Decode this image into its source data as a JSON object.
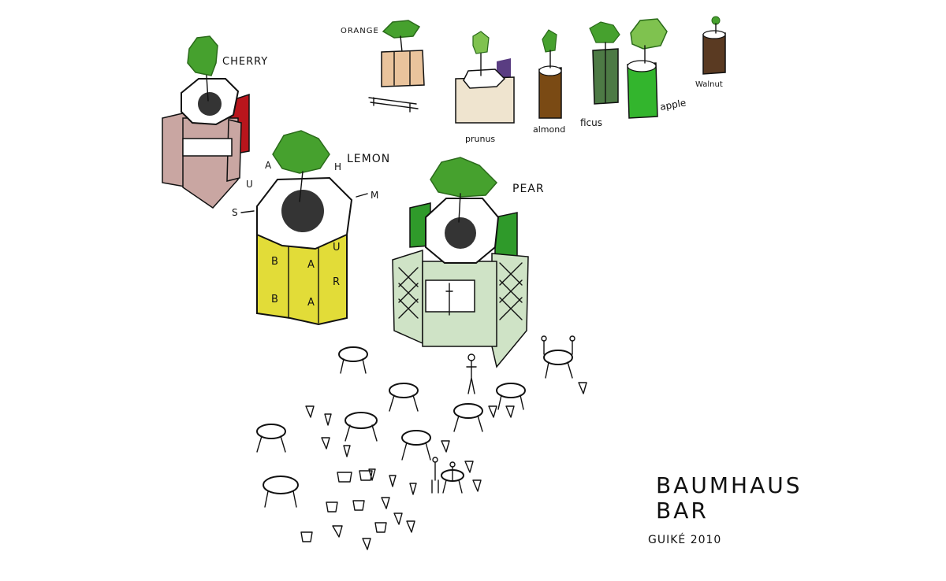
{
  "sketch": {
    "labels": {
      "cherry": "CHERRY",
      "orange": "ORANGE",
      "lemon": "LEMON",
      "pear": "PEAR",
      "prunus": "prunus",
      "almond": "almond",
      "ficus": "ficus",
      "apple": "apple",
      "walnut": "Walnut",
      "bar_a": "A",
      "bar_h": "H",
      "bar_u": "U",
      "bar_m": "M",
      "bar_s": "S",
      "panel_b1": "B",
      "panel_a1": "A",
      "panel_u": "U",
      "panel_b2": "B",
      "panel_a2": "A",
      "panel_r": "R"
    },
    "title_line1": "BAUMHAUS",
    "title_line2": "BAR",
    "signature": "GUIKÉ 2010"
  },
  "colors": {
    "cherry_panel": "#c9a6a2",
    "cherry_red": "#b8151c",
    "lemon_yellow": "#e2dc38",
    "pear_green": "#cfe3c6",
    "pear_dark": "#2f9a2a",
    "foliage": "#46a12e",
    "foliage_light": "#7fc24f",
    "orange_box": "#e9c39c",
    "prunus_box": "#efe4cf",
    "almond_brown": "#7a4a14",
    "ficus_green": "#4d7a45",
    "apple_green": "#33b52d",
    "walnut_brown": "#5a3a22",
    "purple": "#5a3d82"
  }
}
